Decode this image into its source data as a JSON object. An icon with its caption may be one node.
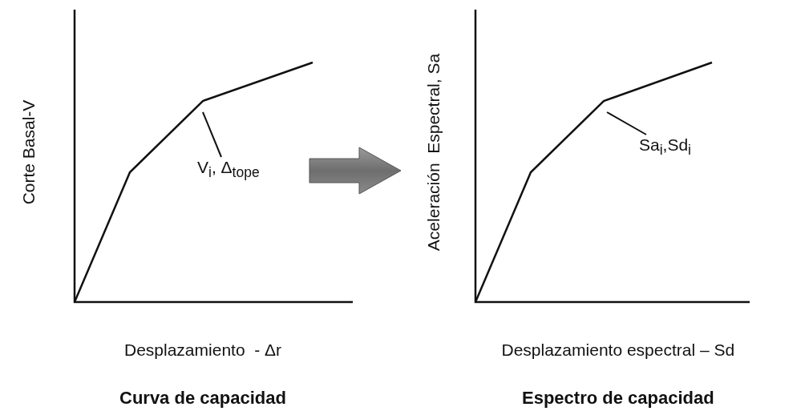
{
  "diagram": {
    "nodes": [
      {
        "text": [
          "V$_{i}$, Δ$_{tope}$"
        ]
      },
      {
        "text": [
          "Sa$_{i}$,Sd$_{i}$"
        ]
      }
    ],
    "edges": [
      {
        "from": 0,
        "to": null,
        "arrow": "none"
      },
      {
        "from": 1,
        "to": null,
        "arrow": "none"
      }
    ],
    "labels": [
      "Corte Basal-V",
      "Aceleración  Espectral, Sa",
      "Desplazamiento  - Δr",
      "Desplazamiento espectral – Sd",
      "Curva de capacidad",
      "Espectro de capacidad"
    ]
  }
}
